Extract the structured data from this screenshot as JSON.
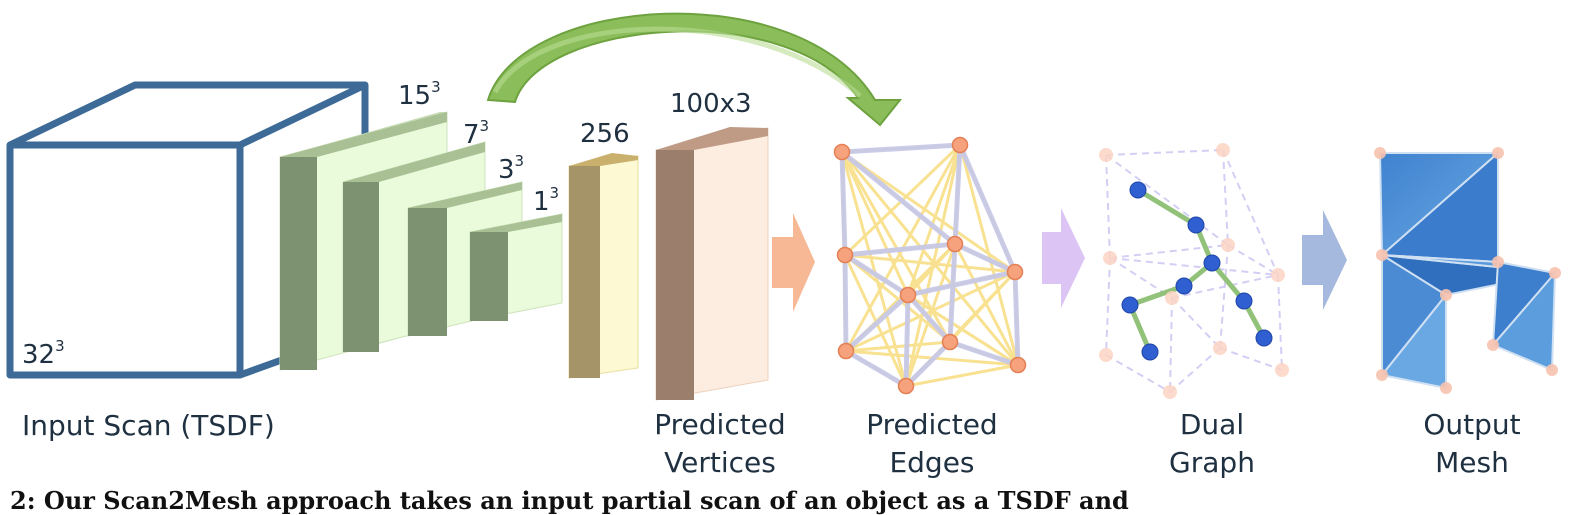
{
  "dims": {
    "input": "32",
    "l1": "15",
    "l2": "7",
    "l3": "3",
    "l4": "1",
    "exp": "3",
    "fc": "256",
    "vertices": "100x3"
  },
  "labels": {
    "input_scan": "Input Scan (TSDF)",
    "pred_vertices_1": "Predicted",
    "pred_vertices_2": "Vertices",
    "pred_edges_1": "Predicted",
    "pred_edges_2": "Edges",
    "dual_graph_1": "Dual",
    "dual_graph_2": "Graph",
    "output_mesh_1": "Output",
    "output_mesh_2": "Mesh"
  },
  "caption": "2: Our Scan2Mesh approach takes an input partial scan of an object as a TSDF and",
  "colors": {
    "cube": "#3d6a96",
    "green_dark": "#7d9270",
    "green_light": "#eafbdc",
    "fc_front": "#fdf9d2",
    "fc_side": "#a59468",
    "vert_front": "#fdece0",
    "vert_side": "#9c7e6d",
    "arrow_orange": "#f6b895",
    "arrow_purple": "#dcc4f5",
    "arrow_blue": "#a5b8de",
    "skip_arrow": "#8bbd5a",
    "node_orange": "#f6a37d",
    "node_blue": "#2f5fd0",
    "edge_yellow": "#f8e08c",
    "edge_lavender": "#c5c8ea",
    "mesh_blue": "#4e8fd2"
  }
}
